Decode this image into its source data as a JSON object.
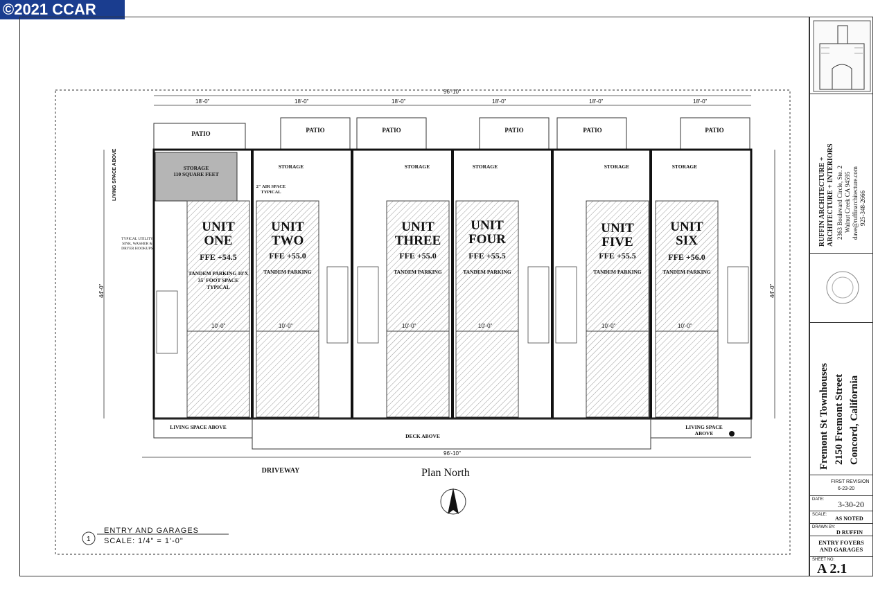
{
  "badge": {
    "text": "©2021 CCAR"
  },
  "plan": {
    "patio_label": "PATIO",
    "storage_label": "STORAGE",
    "storage_unit1": "STORAGE\n110 SQUARE FEET",
    "living_space_above": "LIVING SPACE ABOVE",
    "deck_above": "DECK ABOVE",
    "driveway": "DRIVEWAY",
    "plan_north": "Plan North",
    "air_space": "2\" AIR SPACE TYPICAL",
    "utility_note": "TYPICAL UTILITY SINK, WASHER & DRYER HOOKUPS",
    "tandem_parking": "TANDEM PARKING",
    "tandem_parking_unit1": "TANDEM PARKING 10'X 35' FOOT SPACE TYPICAL",
    "overall_width": "96'-10\"",
    "overall_depth": "44'-0\"",
    "unit_width": "18'-0\"",
    "parking_width": "10'-0\"",
    "title_line1": "ENTRY AND GARAGES",
    "title_line2": "SCALE: 1/4\" = 1'-0\""
  },
  "units": [
    {
      "line1": "UNIT",
      "line2": "ONE",
      "ffe": "FFE +54.5"
    },
    {
      "line1": "UNIT",
      "line2": "TWO",
      "ffe": "FFE +55.0"
    },
    {
      "line1": "UNIT",
      "line2": "THREE",
      "ffe": "FFE +55.0"
    },
    {
      "line1": "UNIT",
      "line2": "FOUR",
      "ffe": "FFE +55.5"
    },
    {
      "line1": "UNIT",
      "line2": "FIVE",
      "ffe": "FFE +55.5"
    },
    {
      "line1": "UNIT",
      "line2": "SIX",
      "ffe": "FFE +56.0"
    }
  ],
  "title_block": {
    "firm_name": "RUFFIN ARCHITECTURE +",
    "firm_sub": "ARCHITECTURE + INTERIORS",
    "address1": "2363 Boulevard Circle, Ste. 2",
    "address2": "Walnut Creek CA 94595",
    "email": "dave@ruffinarchitecture.com",
    "phone": "925-348-2666",
    "project_name": "Fremont St Townhouses",
    "project_address": "2150 Fremont Street",
    "project_city": "Concord, California",
    "revision": "FIRST REVISION",
    "revision_date": "6-23-20",
    "date_label": "DATE:",
    "date": "3-30-20",
    "scale_label": "SCALE:",
    "scale": "AS NOTED",
    "drawn_label": "DRAWN BY:",
    "drawn": "D RUFFIN",
    "sheet_title1": "ENTRY FOYERS",
    "sheet_title2": "AND GARAGES",
    "sheet_no_label": "SHEET NO:",
    "sheet_no": "A 2.1"
  },
  "colors": {
    "badge": "#1a3d8f",
    "hatch": "#9a9a9a",
    "wall": "#111111"
  }
}
